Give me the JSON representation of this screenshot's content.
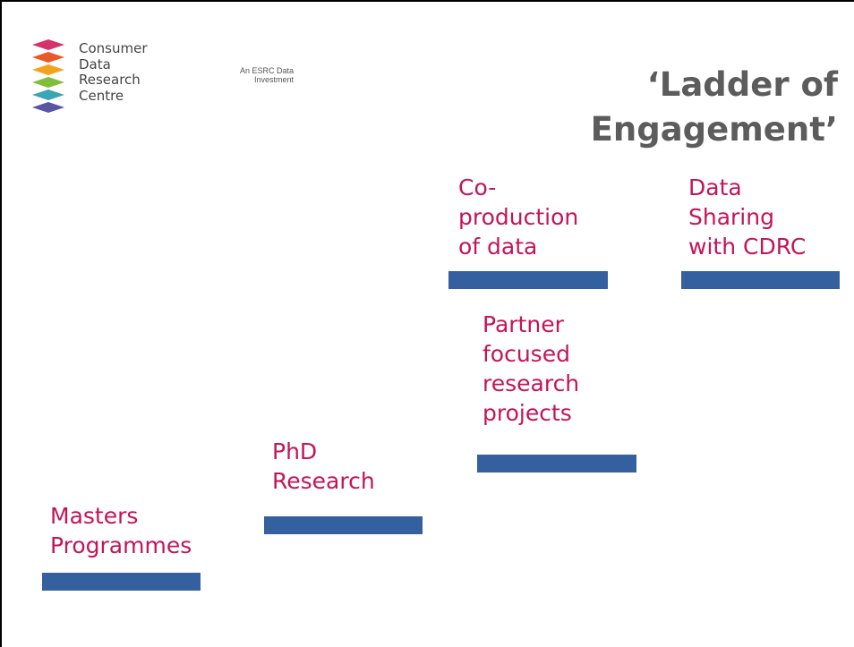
{
  "logo": {
    "lines": [
      "Consumer",
      "Data",
      "Research",
      "Centre"
    ],
    "tagline_lines": [
      "An ESRC Data",
      "Investment"
    ],
    "colors": [
      "#d5336b",
      "#e95a2a",
      "#f3a21c",
      "#7fbe3b",
      "#3aa6b5",
      "#5a54a4"
    ]
  },
  "title": {
    "lines": [
      "‘Ladder of",
      "Engagement’"
    ]
  },
  "steps": [
    {
      "label_lines": [
        "Masters",
        "Programmes"
      ]
    },
    {
      "label_lines": [
        "PhD",
        "Research"
      ]
    },
    {
      "label_lines": [
        "Partner",
        "focused",
        "research",
        "projects"
      ]
    },
    {
      "label_lines": [
        "Co-",
        "production",
        "of data"
      ]
    },
    {
      "label_lines": [
        "Data",
        "Sharing",
        "with CDRC"
      ]
    }
  ],
  "colors": {
    "label": "#c4145a",
    "bar": "#35609f",
    "title": "#5c5c5c"
  }
}
